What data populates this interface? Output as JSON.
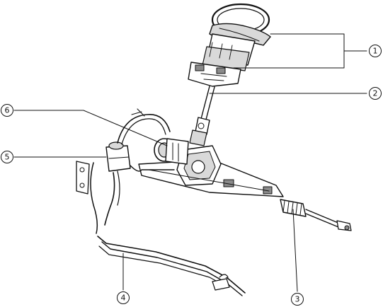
{
  "callouts": [
    {
      "label": "1",
      "part": "steering-wheel-and-column"
    },
    {
      "label": "2",
      "part": "intermediate-shaft"
    },
    {
      "label": "3",
      "part": "steering-gear-and-linkage"
    },
    {
      "label": "4",
      "part": "oil-cooler-pipe"
    },
    {
      "label": "5",
      "part": "oil-reservoir"
    },
    {
      "label": "6",
      "part": "power-steering-oil-pump"
    }
  ]
}
